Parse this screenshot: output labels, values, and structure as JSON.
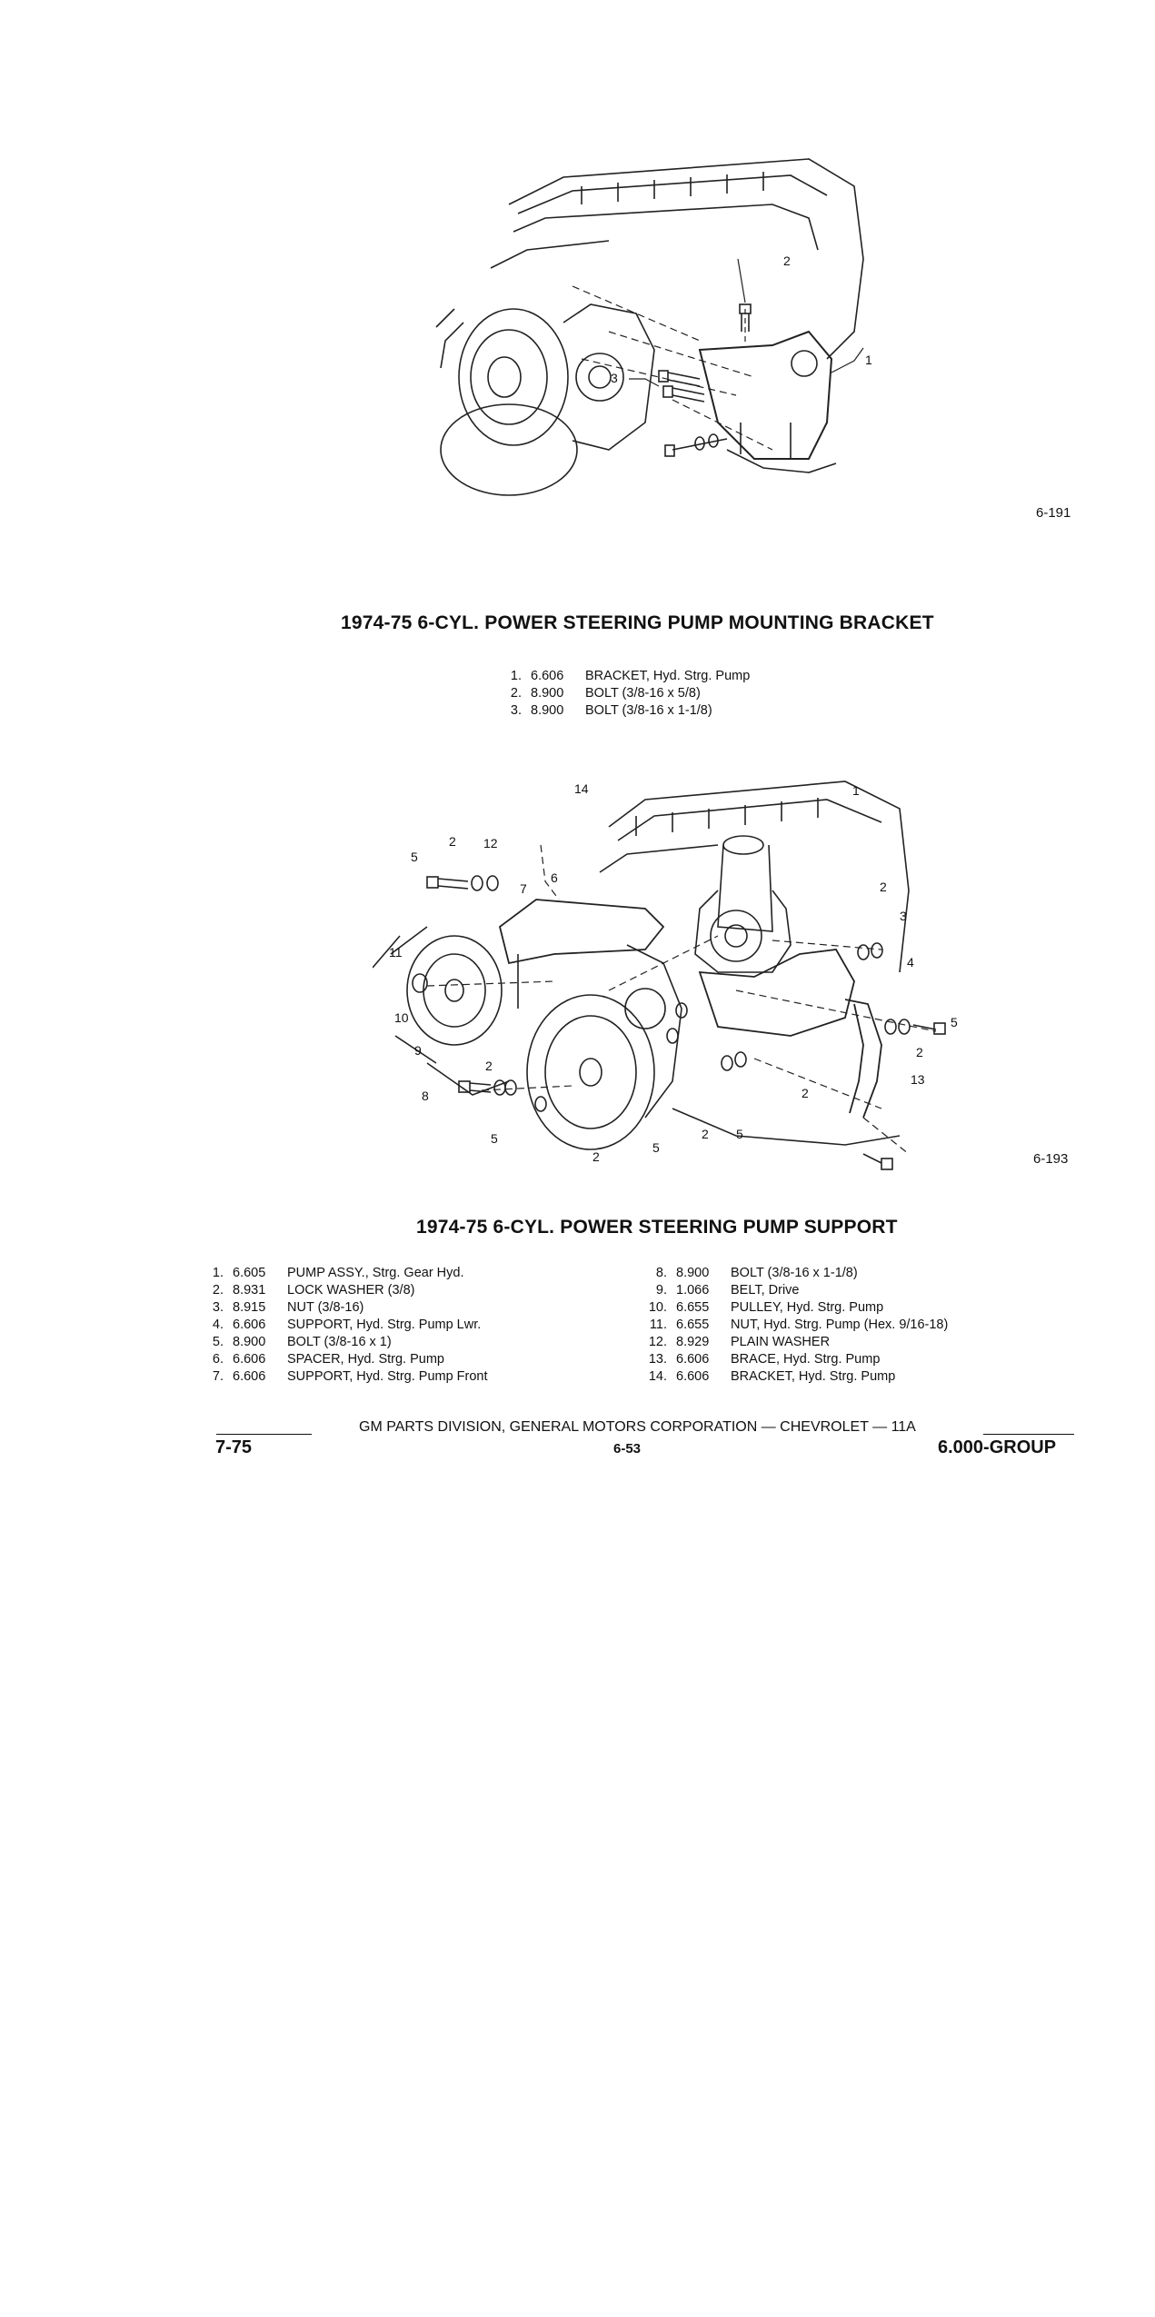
{
  "figure1": {
    "number": "6-191",
    "callouts": [
      "1",
      "2",
      "3"
    ],
    "title": "1974-75 6-CYL. POWER STEERING PUMP MOUNTING BRACKET",
    "parts": [
      {
        "n": "1.",
        "code": "6.606",
        "desc": "BRACKET, Hyd. Strg. Pump"
      },
      {
        "n": "2.",
        "code": "8.900",
        "desc": "BOLT (3/8-16 x 5/8)"
      },
      {
        "n": "3.",
        "code": "8.900",
        "desc": "BOLT (3/8-16 x 1-1/8)"
      }
    ]
  },
  "figure2": {
    "number": "6-193",
    "callouts": [
      "14",
      "1",
      "2",
      "12",
      "5",
      "7",
      "6",
      "2",
      "3",
      "4",
      "11",
      "10",
      "9",
      "5",
      "2",
      "2",
      "13",
      "8",
      "2",
      "5",
      "5",
      "2",
      "5",
      "2"
    ],
    "title": "1974-75 6-CYL. POWER STEERING PUMP SUPPORT",
    "parts_left": [
      {
        "n": "1.",
        "code": "6.605",
        "desc": "PUMP ASSY., Strg. Gear Hyd."
      },
      {
        "n": "2.",
        "code": "8.931",
        "desc": "LOCK WASHER (3/8)"
      },
      {
        "n": "3.",
        "code": "8.915",
        "desc": "NUT (3/8-16)"
      },
      {
        "n": "4.",
        "code": "6.606",
        "desc": "SUPPORT, Hyd. Strg. Pump Lwr."
      },
      {
        "n": "5.",
        "code": "8.900",
        "desc": "BOLT (3/8-16 x 1)"
      },
      {
        "n": "6.",
        "code": "6.606",
        "desc": "SPACER, Hyd. Strg. Pump"
      },
      {
        "n": "7.",
        "code": "6.606",
        "desc": "SUPPORT, Hyd. Strg. Pump Front"
      }
    ],
    "parts_right": [
      {
        "n": "8.",
        "code": "8.900",
        "desc": "BOLT (3/8-16 x 1-1/8)"
      },
      {
        "n": "9.",
        "code": "1.066",
        "desc": "BELT, Drive"
      },
      {
        "n": "10.",
        "code": "6.655",
        "desc": "PULLEY, Hyd. Strg. Pump"
      },
      {
        "n": "11.",
        "code": "6.655",
        "desc": "NUT, Hyd. Strg. Pump (Hex. 9/16-18)"
      },
      {
        "n": "12.",
        "code": "8.929",
        "desc": "PLAIN WASHER"
      },
      {
        "n": "13.",
        "code": "6.606",
        "desc": "BRACE, Hyd. Strg. Pump"
      },
      {
        "n": "14.",
        "code": "6.606",
        "desc": "BRACKET, Hyd. Strg. Pump"
      }
    ]
  },
  "footer": {
    "center": "GM PARTS DIVISION, GENERAL MOTORS CORPORATION — CHEVROLET — 11A",
    "page": "6-53",
    "date": "7-75",
    "group": "6.000-GROUP"
  }
}
